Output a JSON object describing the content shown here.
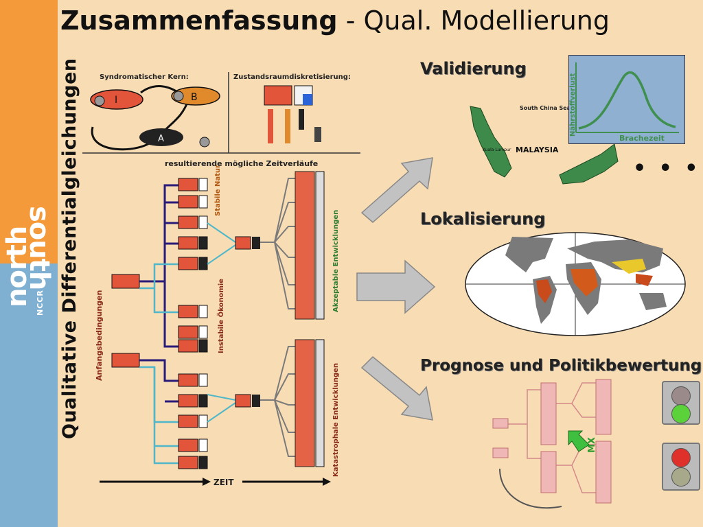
{
  "title": {
    "main": "Zusammenfassung",
    "sub": "- Qual. Modellierung"
  },
  "logo": {
    "line1": "north",
    "line2": "south",
    "org": "NCCR"
  },
  "vertical_title": "Qualitative Differentialgleichungen",
  "diagram": {
    "top_left_heading": "Syndromatischer Kern:",
    "top_right_heading": "Zustandsraumdiskretisierung:",
    "nodes": {
      "i": "I",
      "b": "B",
      "a": "A"
    },
    "timeline_heading": "resultierende mögliche Zeitverläufe",
    "initial_label": "Anfangsbedingungen",
    "left_labels": [
      "Stabile Natur",
      "Instabile Ökonomie"
    ],
    "right_labels": [
      "Akzeptable Entwicklungen",
      "Katastrophale Entwicklungen"
    ],
    "time_axis": "ZEIT"
  },
  "right_panels": {
    "validation_title": "Validierung",
    "localization_title": "Lokalisierung",
    "prognosis_title": "Prognose und Politikbewertung",
    "map_labels": [
      "South China Sea",
      "MALAYSIA",
      "Kuala Lumpur"
    ],
    "ellipsis": "• • •",
    "inset_ylabel": "Nährstoffverlust",
    "inset_xlabel": "Brachezeit",
    "policy_label": "MX"
  },
  "colors": {
    "orange": "#f49a3a",
    "blue": "#7fb0d1",
    "background": "#f7dcb4",
    "red_box": "#e2553a",
    "arrow": "#b9b9b9",
    "green_curve": "#3f8f4f"
  }
}
